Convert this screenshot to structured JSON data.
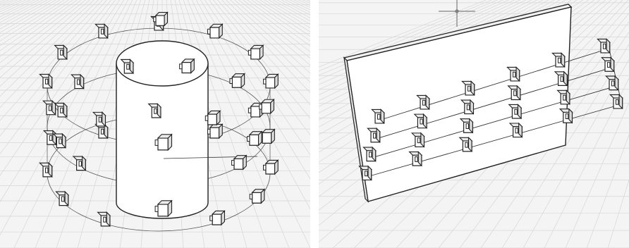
{
  "figure": {
    "left_panel": {
      "subject": "cylinder",
      "camera_rings": 3,
      "cameras_per_ring": 12,
      "inner_camera": true
    },
    "right_panel": {
      "subject": "planar-wall",
      "camera_grid": {
        "rows": 4,
        "columns": 6
      }
    }
  },
  "colors": {
    "background": "#f4f4f4",
    "grid_line": "#d6d6d6",
    "ink": "#222222",
    "fill": "#ffffff"
  },
  "icons": [
    "camera-icon",
    "crosshair-icon"
  ]
}
